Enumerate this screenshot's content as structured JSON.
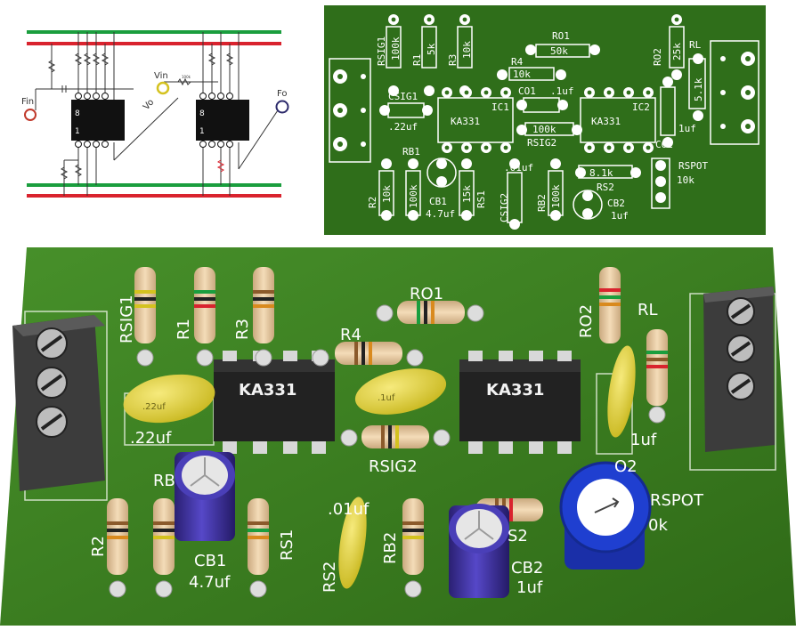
{
  "schematic": {
    "labels": {
      "fin": "Fin",
      "vin": "Vin",
      "vo": "Vo",
      "fo": "Fo",
      "res_small": "100k"
    },
    "ic_pins": {
      "top": "8",
      "bottom": "1"
    }
  },
  "layout_board": {
    "resistors": [
      {
        "ref": "RSIG1",
        "value": "100k"
      },
      {
        "ref": "R1",
        "value": "5k"
      },
      {
        "ref": "R3",
        "value": "10k"
      },
      {
        "ref": "RO1",
        "value": "50k"
      },
      {
        "ref": "R4",
        "value": "10k"
      },
      {
        "ref": "RO2",
        "value": "25k"
      },
      {
        "ref": "RL",
        "value": "5.1k"
      },
      {
        "ref": "RSIG2",
        "value": "100k"
      },
      {
        "ref": "R2",
        "value": "10k"
      },
      {
        "ref": "RB1",
        "value": "100k"
      },
      {
        "ref": "RS1",
        "value": "15k"
      },
      {
        "ref": "RB2",
        "value": "100k"
      },
      {
        "ref": "RS2",
        "value": "8.1k"
      }
    ],
    "capacitors": [
      {
        "ref": "CSIG1",
        "value": ".22uf"
      },
      {
        "ref": "CO1",
        "value": ".1uf"
      },
      {
        "ref": "CO2",
        "value": "1uf"
      },
      {
        "ref": "CB1",
        "value": "4.7uf"
      },
      {
        "ref": "CSIG2",
        "value": ".01uf"
      },
      {
        "ref": "CB2",
        "value": "1uf"
      }
    ],
    "ics": [
      {
        "ref": "IC1",
        "part": "KA331"
      },
      {
        "ref": "IC2",
        "part": "KA331"
      }
    ],
    "pot": {
      "ref": "RSPOT",
      "value": "10k"
    }
  },
  "render_3d": {
    "resistors": [
      "RSIG1",
      "R1",
      "R3",
      "RO1",
      "R4",
      "RO2",
      "RL",
      "RSIG2",
      "R2",
      "RS1",
      "RB2",
      "RS2"
    ],
    "ic_part": "KA331",
    "cap_labels": {
      "csig1_on_body": ".22uf",
      "csig1_silk": ".22uf",
      "co1_on_body": ".1uf",
      "co2_value": "1uf",
      "csig2_value": ".01uf"
    },
    "partial_labels": {
      "rb1": "RB",
      "co2": "O2",
      "rs2": "S2"
    },
    "cb1": {
      "ref": "CB1",
      "value": "4.7uf"
    },
    "cb2": {
      "ref": "CB2",
      "value": "1uf"
    },
    "pot": {
      "ref": "RSPOT",
      "value": "0k"
    }
  },
  "colors": {
    "pcb_green": "#2f6e1a",
    "pcb_green_3d": "#3b7a1e",
    "rail_green": "#1a9e3e",
    "rail_red": "#d9232e",
    "ic_black": "#222222",
    "cap_yellow": "#e4d23a",
    "electrolytic_blue": "#3b2fa0",
    "terminal_gray": "#3c3c3c",
    "pot_blue": "#1f3fd0"
  }
}
